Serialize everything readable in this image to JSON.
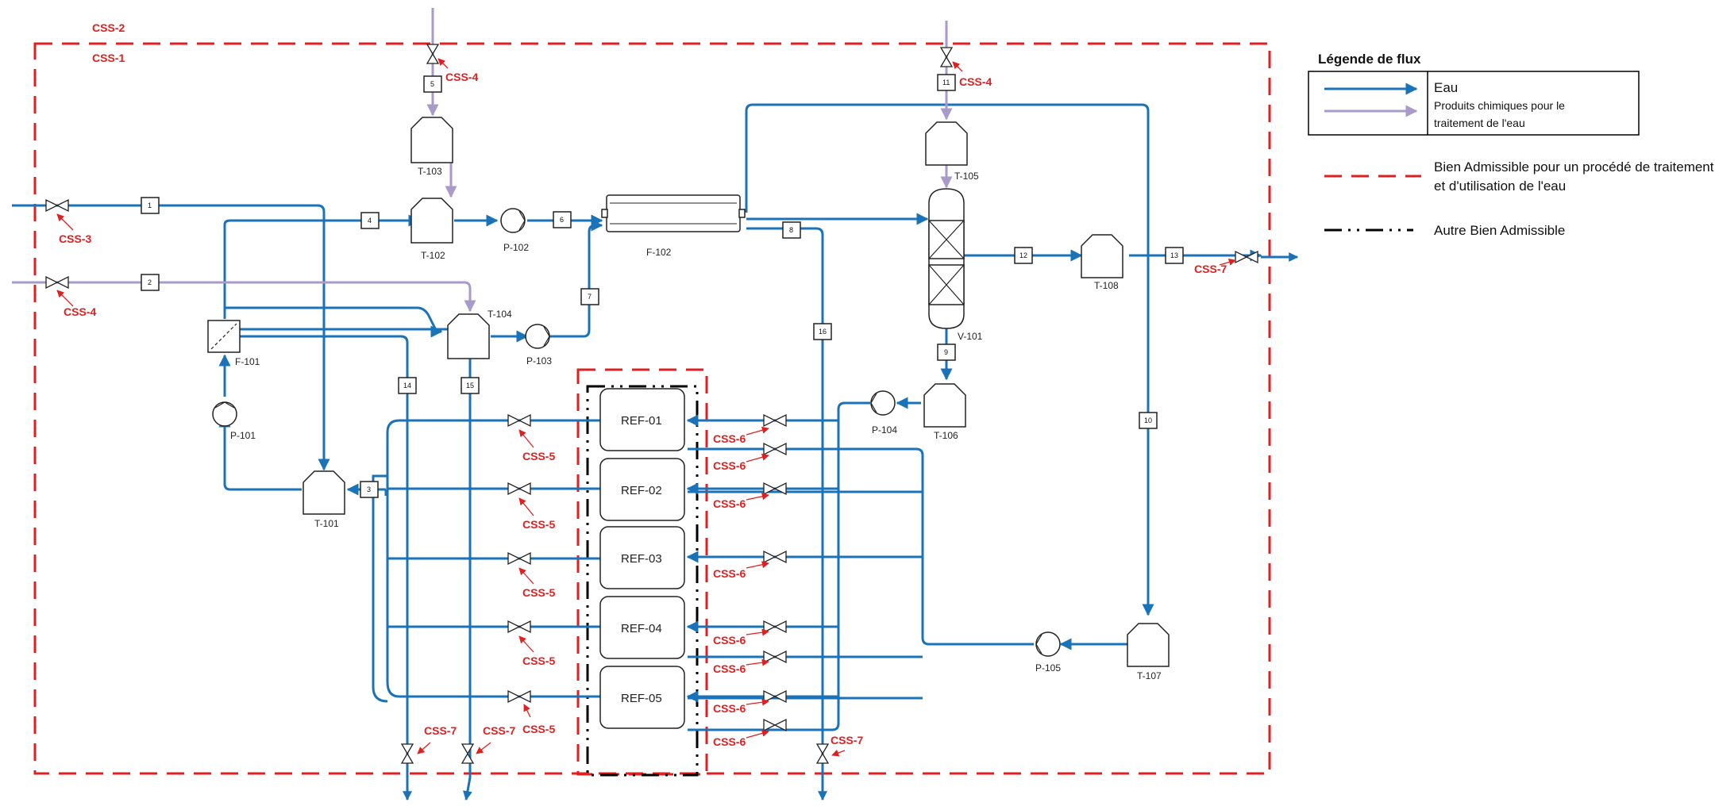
{
  "legend": {
    "title": "Légende de flux",
    "water": "Eau",
    "chem_line1": "Produits chimiques pour le",
    "chem_line2": "traitement de l'eau",
    "red_line1": "Bien Admissible pour un procédé de traitement",
    "red_line2": "et d'utilisation de l'eau",
    "black": "Autre Bien Admissible"
  },
  "colors": {
    "water": "#1a73b8",
    "chemicals": "#a89ac9",
    "boundary_red": "#e02020",
    "boundary_black": "#000000"
  },
  "boundaries": {
    "outer1": "CSS-2",
    "outer2": "CSS-1"
  },
  "equipment": {
    "t101": "T-101",
    "t102": "T-102",
    "t103": "T-103",
    "t104": "T-104",
    "t105": "T-105",
    "t106": "T-106",
    "t107": "T-107",
    "t108": "T-108",
    "p101": "P-101",
    "p102": "P-102",
    "p103": "P-103",
    "p104": "P-104",
    "p105": "P-105",
    "f101": "F-101",
    "f102": "F-102",
    "v101": "V-101"
  },
  "refs": [
    "REF-01",
    "REF-02",
    "REF-03",
    "REF-04",
    "REF-05"
  ],
  "streams": [
    "1",
    "2",
    "3",
    "4",
    "5",
    "6",
    "7",
    "8",
    "9",
    "10",
    "11",
    "12",
    "13",
    "14",
    "15",
    "16"
  ],
  "callouts": {
    "css3": "CSS-3",
    "css4": "CSS-4",
    "css5": "CSS-5",
    "css6": "CSS-6",
    "css7": "CSS-7"
  }
}
